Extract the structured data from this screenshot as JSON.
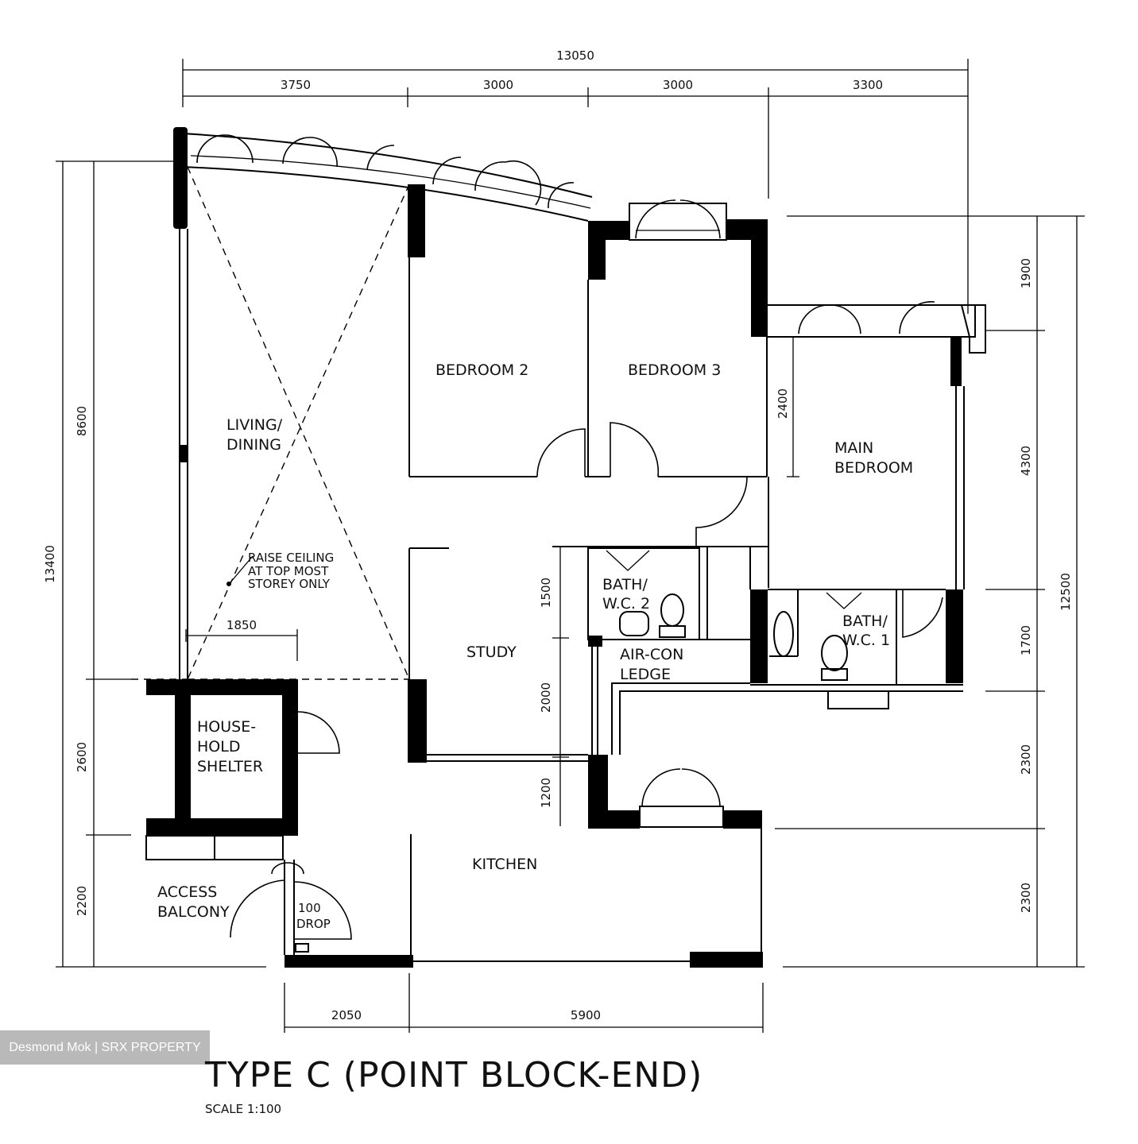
{
  "title": "TYPE C (POINT BLOCK-END)",
  "scale": "SCALE  1:100",
  "watermark": "Desmond Mok | SRX PROPERTY",
  "rooms": {
    "bedroom2": "BEDROOM 2",
    "bedroom3": "BEDROOM 3",
    "living_line1": "LIVING/",
    "living_line2": "DINING",
    "main_line1": "MAIN",
    "main_line2": "BEDROOM",
    "study": "STUDY",
    "bath2_line1": "BATH/",
    "bath2_line2": "W.C. 2",
    "bath1_line1": "BATH/",
    "bath1_line2": "W.C. 1",
    "aircon_line1": "AIR-CON",
    "aircon_line2": "LEDGE",
    "shelter_line1": "HOUSE-",
    "shelter_line2": "HOLD",
    "shelter_line3": "SHELTER",
    "kitchen": "KITCHEN",
    "access_line1": "ACCESS",
    "access_line2": "BALCONY"
  },
  "notes": {
    "raise_line1": "RAISE CEILING",
    "raise_line2": "AT TOP MOST",
    "raise_line3": "STOREY ONLY",
    "drop_line1": "100",
    "drop_line2": "DROP"
  },
  "dimensions": {
    "top_total": "13050",
    "top_1": "3750",
    "top_2": "3000",
    "top_3": "3000",
    "top_4": "3300",
    "left_total": "13400",
    "left_1": "8600",
    "left_2": "2600",
    "left_3": "2200",
    "right_total": "12500",
    "right_1": "1900",
    "right_2": "4300",
    "right_3": "1700",
    "right_4": "2300",
    "right_5": "2300",
    "bottom_1": "2050",
    "bottom_2": "5900",
    "inner_1850": "1850",
    "inner_2400": "2400",
    "inner_1500": "1500",
    "inner_2000": "2000",
    "inner_1200": "1200"
  }
}
